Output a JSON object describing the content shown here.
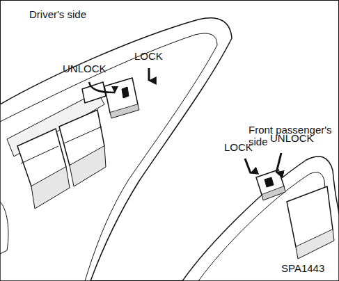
{
  "diagram": {
    "labels": [
      "Driver's side",
      "UNLOCK",
      "LOCK",
      "Front passenger's side",
      "LOCK",
      "UNLOCK",
      "SPA1443"
    ]
  }
}
